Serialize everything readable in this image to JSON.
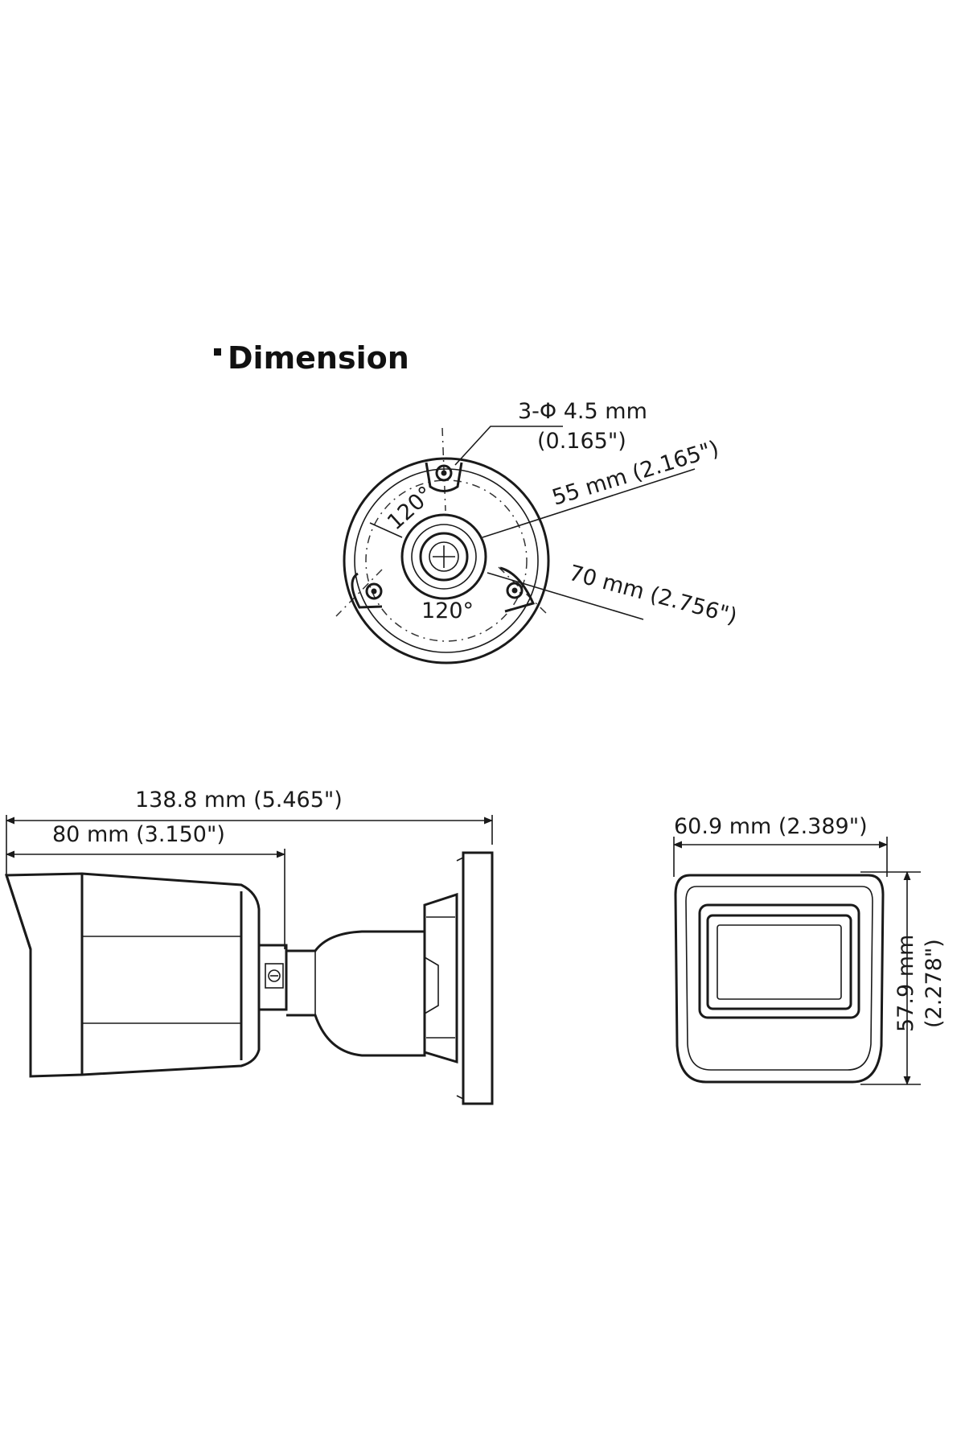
{
  "title": "Dimension",
  "mount": {
    "hole_label": "3-Φ 4.5 mm",
    "hole_label_in": "(0.165\")",
    "inner_diameter": "55 mm (2.165\")",
    "outer_diameter": "70 mm (2.756\")",
    "angle_top": "120°",
    "angle_bottom": "120°"
  },
  "side": {
    "total_length": "138.8 mm (5.465\")",
    "body_length": "80 mm (3.150\")"
  },
  "front": {
    "width": "60.9 mm (2.389\")",
    "height": "57.9 mm",
    "height_in": "(2.278\")"
  }
}
